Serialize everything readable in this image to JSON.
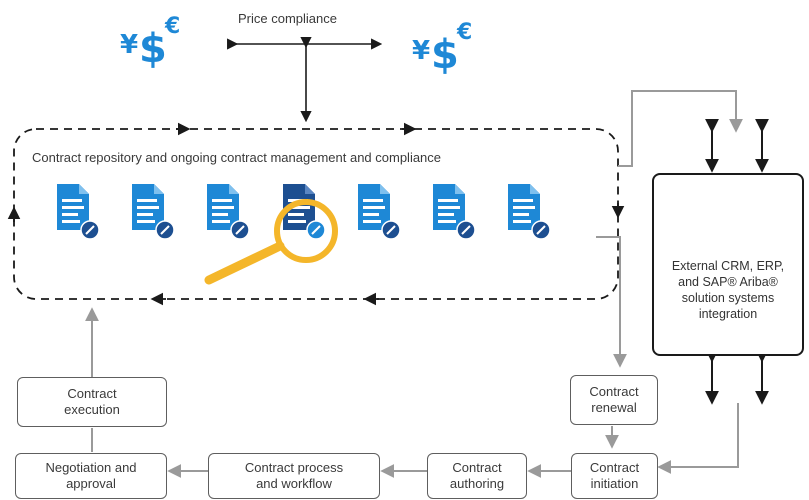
{
  "title": "Price compliance",
  "currency_symbols": {
    "yen": "¥",
    "dollar": "$",
    "euro": "€"
  },
  "repository_label": "Contract repository and ongoing contract management and compliance",
  "external_system_label": [
    "External CRM, ERP,",
    "and SAP® Ariba®",
    "solution systems",
    "integration"
  ],
  "steps": {
    "execution": [
      "Contract",
      "execution"
    ],
    "negotiation": [
      "Negotiation and",
      "approval"
    ],
    "process": [
      "Contract process",
      "and workflow"
    ],
    "authoring": [
      "Contract",
      "authoring"
    ],
    "initiation": [
      "Contract",
      "initiation"
    ],
    "renewal": [
      "Contract",
      "renewal"
    ]
  },
  "colors": {
    "accent_blue": "#1e88d6",
    "dark_blue": "#1d4f91",
    "magnifier": "#f4b62a",
    "line_gray": "#9a9a9a",
    "line_dark": "#1a1a1a"
  },
  "icons": [
    "document-icon",
    "document-icon",
    "document-icon",
    "highlighted-document-icon",
    "document-icon",
    "document-icon",
    "document-icon",
    "magnifier-icon",
    "gear-icon"
  ]
}
